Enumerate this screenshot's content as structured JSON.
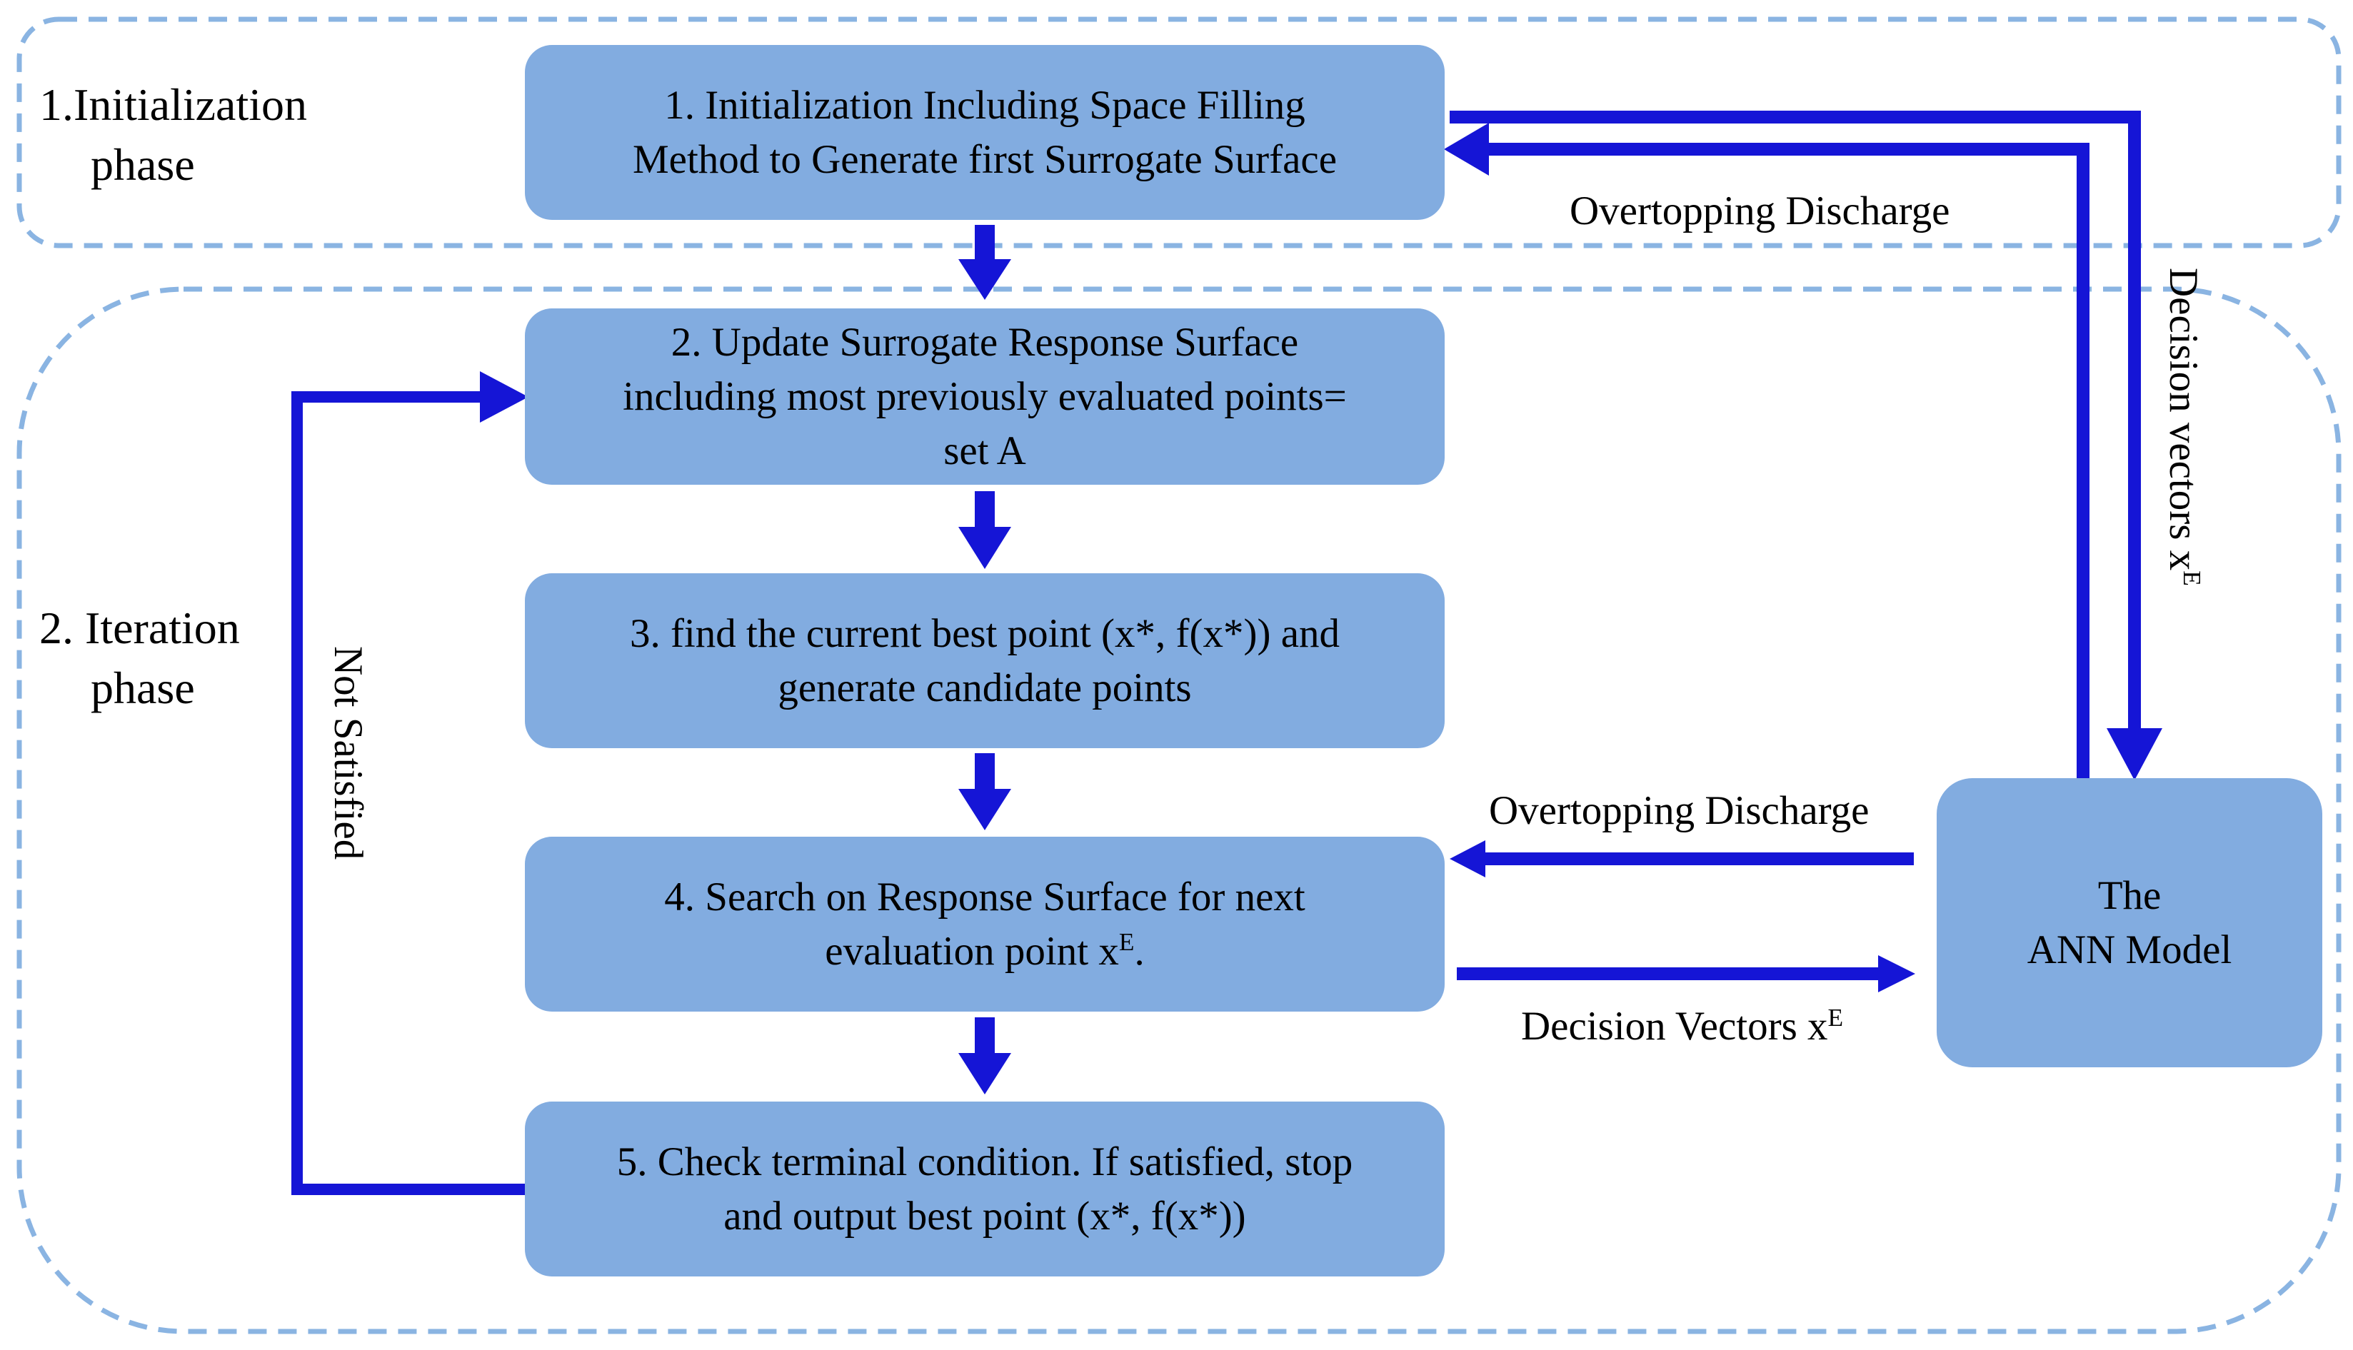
{
  "phases": {
    "initialization": [
      "1.Initialization",
      "phase"
    ],
    "iteration": [
      "2. Iteration",
      "phase"
    ]
  },
  "boxes": {
    "step1": [
      "1. Initialization Including Space Filling",
      "Method to  Generate first Surrogate Surface"
    ],
    "step2": [
      "2. Update Surrogate Response Surface",
      "including most previously evaluated points=",
      "set A"
    ],
    "step3": [
      "3. find the current best point (x*, f(x*)) and",
      "generate candidate points"
    ],
    "step4": {
      "line1": "4. Search on Response Surface for next",
      "line2_prefix": "evaluation point x",
      "line2_sup": "E",
      "line2_suffix": "."
    },
    "step5": [
      "5. Check terminal condition. If satisfied, stop",
      "and output best point (x*, f(x*))"
    ],
    "ann": [
      "The",
      "ANN Model"
    ]
  },
  "labels": {
    "overtopping_top": "Overtopping Discharge",
    "decision_vertical_prefix": "Decision vectors x",
    "decision_vertical_sup": "E",
    "not_satisfied": "Not Satisfied",
    "overtopping_mid": "Overtopping Discharge",
    "decision_mid_prefix": "Decision Vectors x",
    "decision_mid_sup": "E"
  },
  "colors": {
    "box_fill": "#82ACE0",
    "arrow": "#1515D6",
    "dashed_border": "#8AB4E2"
  }
}
